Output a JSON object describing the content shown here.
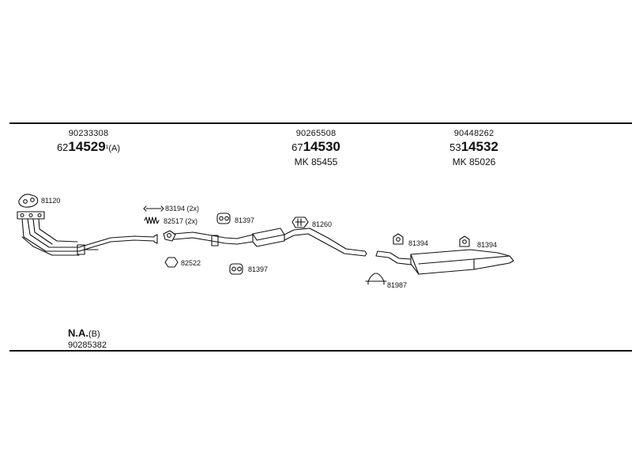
{
  "headers": [
    {
      "oe": "90233308",
      "prefix": "62",
      "number": "14529",
      "suffix": "¹(A)",
      "mk": ""
    },
    {
      "oe": "90265508",
      "prefix": "67",
      "number": "14530",
      "suffix": "",
      "mk": "MK 85455"
    },
    {
      "oe": "90448262",
      "prefix": "53",
      "number": "14532",
      "suffix": "",
      "mk": "MK 85026"
    }
  ],
  "parts": {
    "gasket_front": "81120",
    "spring_a": "83194 (2x)",
    "spring_b": "82517 (2x)",
    "ring": "82522",
    "hanger_upper": "81397",
    "hanger_lower": "81397",
    "bracket": "81260",
    "rubber_rear_a": "81394",
    "rubber_rear_b": "81394",
    "clamp": "81987"
  },
  "footer": {
    "na_text": "N.A.",
    "na_suffix": "(B)",
    "oe": "90285382"
  },
  "colors": {
    "line": "#111111",
    "background": "#ffffff"
  }
}
